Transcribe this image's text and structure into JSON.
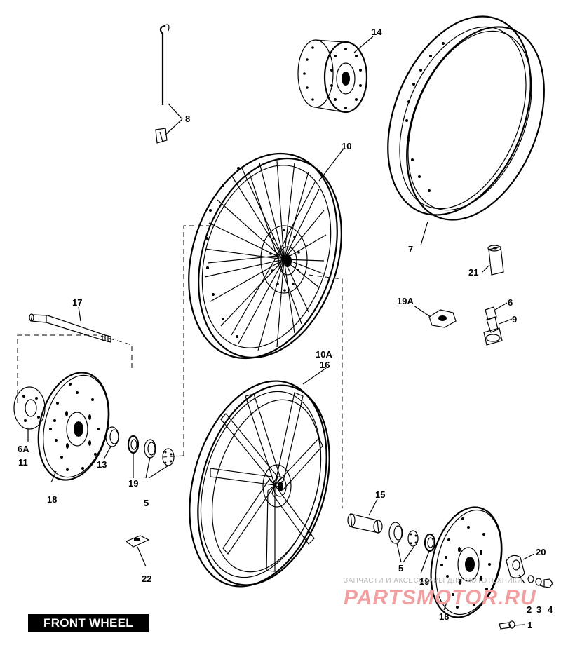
{
  "diagram": {
    "caption": "FRONT WHEEL",
    "labels": {
      "p1": "1",
      "p2": "2",
      "p3": "3",
      "p4": "4",
      "p5a": "5",
      "p5b": "5",
      "p6": "6",
      "p6a": "6A",
      "p7": "7",
      "p8": "8",
      "p9": "9",
      "p10": "10",
      "p10a": "10A",
      "p11": "11",
      "p13": "13",
      "p14": "14",
      "p15": "15",
      "p16": "16",
      "p17": "17",
      "p18a": "18",
      "p18b": "18",
      "p19a": "19",
      "p19b": "19",
      "p19c": "19A",
      "p20": "20",
      "p21": "21",
      "p22": "22"
    }
  },
  "watermark": {
    "line1": "ЗАПЧАСТИ И АКСЕССУАРЫ ДЛЯ МОТОТЕХНИКИ",
    "line2": "PARTSMOTOR.RU"
  }
}
